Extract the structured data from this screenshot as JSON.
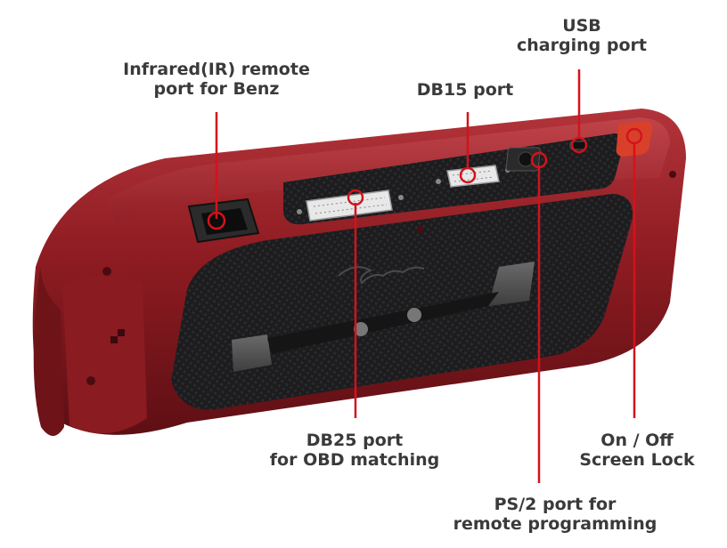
{
  "accent_color": "#d3121c",
  "device_color": "#8f1c22",
  "callouts": {
    "ir_port": {
      "line1": "Infrared(IR) remote",
      "line2": "port for Benz"
    },
    "db15_port": {
      "line1": "DB15 port"
    },
    "usb_port": {
      "line1": "USB",
      "line2": "charging port"
    },
    "db25_port": {
      "line1": "DB25 port",
      "line2": "for OBD matching"
    },
    "power": {
      "line1": "On / Off",
      "line2": "Screen Lock"
    },
    "ps2_port": {
      "line1": "PS/2 port for",
      "line2": "remote programming"
    }
  },
  "icons": {
    "brand_mark": "script-logo-icon"
  }
}
